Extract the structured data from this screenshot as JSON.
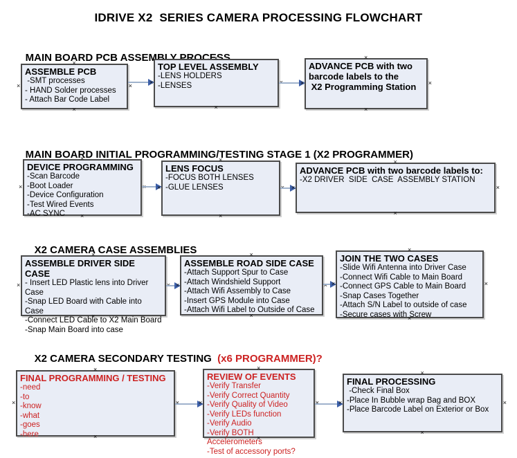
{
  "title": "IDRIVE X2  SERIES CAMERA PROCESSING FLOWCHART",
  "colors": {
    "box_fill": "#e9edf6",
    "box_border": "#4a4a4a",
    "connector_line": "#9fb2cc",
    "connector_arrow": "#3c5fa8",
    "accent_red": "#cc2222",
    "text": "#000000"
  },
  "sections": [
    {
      "heading": "MAIN BOARD PCB ASSEMBLY PROCESS",
      "boxes": [
        {
          "title": "ASSEMBLE PCB",
          "items": [
            " -SMT processes",
            "- HAND Solder processes",
            "- Attach Bar Code Label"
          ]
        },
        {
          "title": "TOP LEVEL ASSEMBLY",
          "items": [
            "-LENS HOLDERS",
            "-LENSES"
          ]
        },
        {
          "title": "ADVANCE PCB with two\nbarcode labels to the\n X2 Programming Station",
          "items": []
        }
      ]
    },
    {
      "heading": "MAIN BOARD INITIAL PROGRAMMING/TESTING STAGE 1 (X2 PROGRAMMER)",
      "boxes": [
        {
          "title": "DEVICE PROGRAMMING",
          "items": [
            "-Scan Barcode",
            "-Boot Loader",
            "-Device Configuration",
            "-Test Wired Events",
            "-AC SYNC"
          ]
        },
        {
          "title": "LENS FOCUS",
          "items": [
            "-FOCUS BOTH LENSES",
            "-GLUE LENSES"
          ]
        },
        {
          "title": "ADVANCE PCB with two barcode labels to:",
          "items": [
            "-X2 DRIVER  SIDE  CASE  ASSEMBLY STATION"
          ]
        }
      ]
    },
    {
      "heading": "X2 CAMERA CASE ASSEMBLIES",
      "boxes": [
        {
          "title": "ASSEMBLE DRIVER SIDE CASE",
          "items": [
            "- Insert LED Plastic lens into Driver Case",
            "-Snap LED Board with Cable into Case",
            "-Connect LED Cable to X2 Main Board",
            "-Snap Main Board into case"
          ]
        },
        {
          "title": "ASSEMBLE ROAD SIDE CASE",
          "items": [
            "-Attach Support Spur to Case",
            "-Attach Windshield Support",
            "-Attach Wifi Assembly to Case",
            "-Insert GPS Module into Case",
            "-Attach Wifi Label to Outside of Case"
          ]
        },
        {
          "title": "JOIN THE TWO CASES",
          "items": [
            "-Slide Wifi Antenna into Driver Case",
            "-Connect Wifi Cable to Main Board",
            "-Connect GPS Cable to Main Board",
            "-Snap Cases Together",
            "-Attach S/N Label to outside of case",
            "-Secure cases with Screw"
          ]
        }
      ]
    },
    {
      "heading": "X2 CAMERA SECONDARY TESTING ",
      "heading_red_suffix": " (x6 PROGRAMMER)?",
      "boxes": [
        {
          "title": "FINAL PROGRAMMING / TESTING",
          "items": [
            "-need",
            "-to",
            "-know",
            "-what",
            "-goes",
            "-here"
          ]
        },
        {
          "title": "REVIEW OF EVENTS",
          "items": [
            "-Verify Transfer",
            "-Verify Correct Quantity",
            "-Verify Quality of Video",
            "-Verify LEDs function",
            "-Verify Audio",
            "-Verify BOTH Accelerometers",
            "-Test of accessory ports?"
          ]
        },
        {
          "title": "FINAL PROCESSING",
          "items": [
            " -Check Final Box",
            "-Place In Bubble wrap Bag and BOX",
            "-Place Barcode Label on Exterior or Box"
          ]
        }
      ]
    }
  ]
}
